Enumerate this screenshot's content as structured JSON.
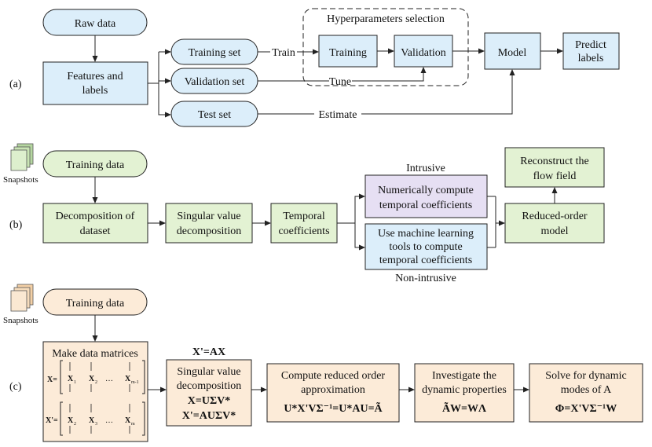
{
  "colors": {
    "blue_fill": "#dceefa",
    "green_fill": "#e3f2d3",
    "purple_fill": "#e6dff3",
    "orange_fill": "#fcebd8",
    "stroke": "#222222"
  },
  "panel_a": {
    "label": "(a)",
    "raw_data": "Raw data",
    "features_line1": "Features and",
    "features_line2": "labels",
    "training_set": "Training set",
    "validation_set": "Validation set",
    "test_set": "Test set",
    "train_label": "Train",
    "tune_label": "Tune",
    "estimate_label": "Estimate",
    "hyper_title": "Hyperparameters selection",
    "training": "Training",
    "validation": "Validation",
    "model": "Model",
    "predict_line1": "Predict",
    "predict_line2": "labels"
  },
  "panel_b": {
    "label": "(b)",
    "snapshots": "Snapshots",
    "training_data": "Training data",
    "decomp_line1": "Decomposition of",
    "decomp_line2": "dataset",
    "svd_line1": "Singular value",
    "svd_line2": "decomposition",
    "temporal_line1": "Temporal",
    "temporal_line2": "coefficients",
    "intrusive": "Intrusive",
    "numerical_line1": "Numerically compute",
    "numerical_line2": "temporal coefficients",
    "ml_line1": "Use machine learning",
    "ml_line2": "tools to compute",
    "ml_line3": "temporal coefficients",
    "nonintrusive": "Non-intrusive",
    "rom_line1": "Reduced-order",
    "rom_line2": "model",
    "reconstruct_line1": "Reconstruct the",
    "reconstruct_line2": "flow field"
  },
  "panel_c": {
    "label": "(c)",
    "snapshots": "Snapshots",
    "training_data": "Training data",
    "make_matrices": "Make data matrices",
    "x_eq": "X=",
    "xp_eq": "X'=",
    "x_cols": [
      "X",
      "X",
      "…",
      "X"
    ],
    "x_subs": [
      "1",
      "2",
      "",
      "m-1"
    ],
    "xp_cols": [
      "X",
      "X",
      "…",
      "X"
    ],
    "xp_subs": [
      "2",
      "3",
      "",
      "m"
    ],
    "xax": "X'=AX",
    "svd_line1": "Singular value",
    "svd_line2": "decomposition",
    "svd_eq1": "X=UΣV*",
    "svd_eq2": "X'=AUΣV*",
    "compute_line1": "Compute reduced order",
    "compute_line2": "approximation",
    "compute_eq": "U*X'VΣ⁻¹=U*AU=Ã",
    "investigate_line1": "Investigate the",
    "investigate_line2": "dynamic properties",
    "investigate_eq": "ÃW=WΛ",
    "solve_line1": "Solve for dynamic",
    "solve_line2": "modes of A",
    "solve_eq": "Φ=X'VΣ⁻¹W"
  }
}
